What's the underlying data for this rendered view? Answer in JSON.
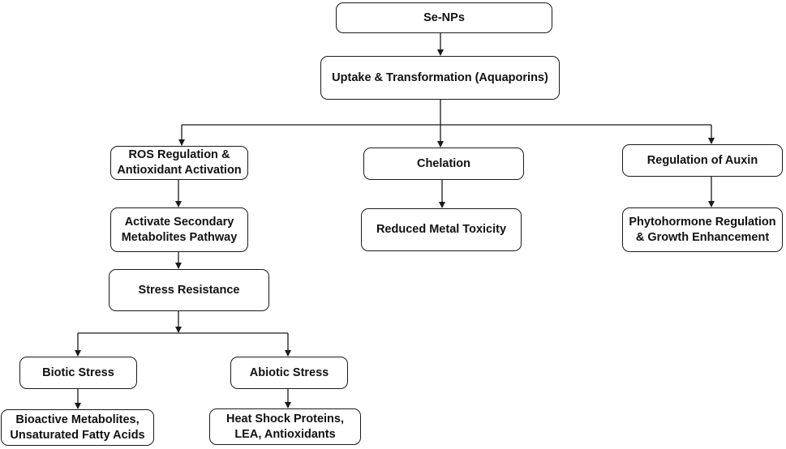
{
  "nodes": {
    "senps": "Se-NPs",
    "uptake": "Uptake & Transformation (Aquaporins)",
    "ros": "ROS Regulation &\nAntioxidant Activation",
    "chelation": "Chelation",
    "auxin": "Regulation of Auxin",
    "secondary": "Activate Secondary\nMetabolites Pathway",
    "metal": "Reduced Metal Toxicity",
    "phyto": "Phytohormone Regulation\n& Growth Enhancement",
    "stress": "Stress Resistance",
    "biotic": "Biotic Stress",
    "abiotic": "Abiotic Stress",
    "bioactive": "Bioactive Metabolites,\nUnsaturated Fatty Acids",
    "heatshock": "Heat Shock Proteins,\nLEA, Antioxidants"
  },
  "colors": {
    "border": "#1a1a1a",
    "text": "#111111",
    "arrow": "#1a1a1a",
    "background": "#ffffff"
  }
}
